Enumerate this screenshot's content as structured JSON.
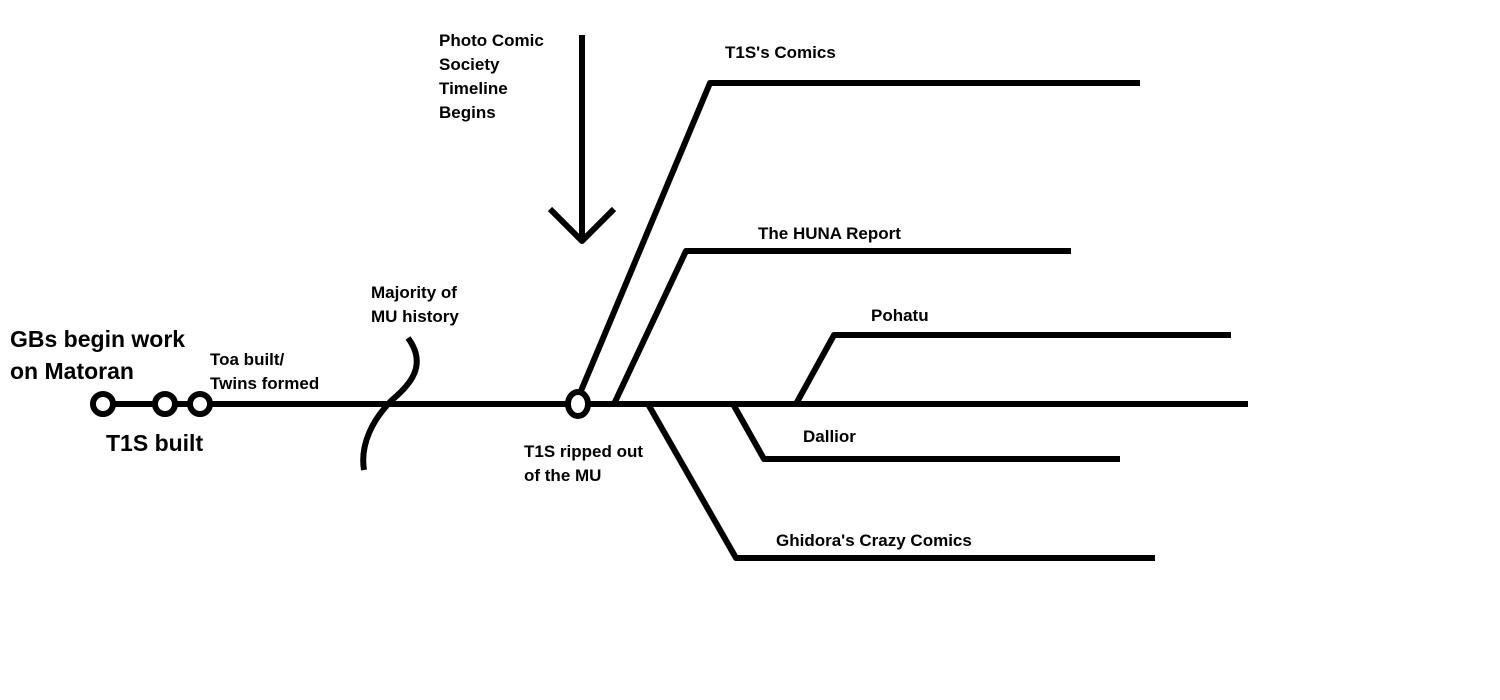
{
  "labels": {
    "gbs_begin": [
      "GBs begin work",
      "on Matoran"
    ],
    "t1s_built": "T1S built",
    "toa_built": [
      "Toa built/",
      "Twins formed"
    ],
    "majority": [
      "Majority of",
      "MU history"
    ],
    "pcs_begins": [
      "Photo Comic",
      "Society",
      "Timeline",
      "Begins"
    ],
    "t1s_ripped": [
      "T1S ripped out",
      "of the MU"
    ],
    "branches": {
      "t1s_comics": "T1S's Comics",
      "huna_report": "The HUNA Report",
      "pohatu": "Pohatu",
      "dallior": "Dallior",
      "ghidora": "Ghidora's Crazy Comics"
    }
  },
  "colors": {
    "ink": "#000000",
    "background": "#ffffff"
  }
}
